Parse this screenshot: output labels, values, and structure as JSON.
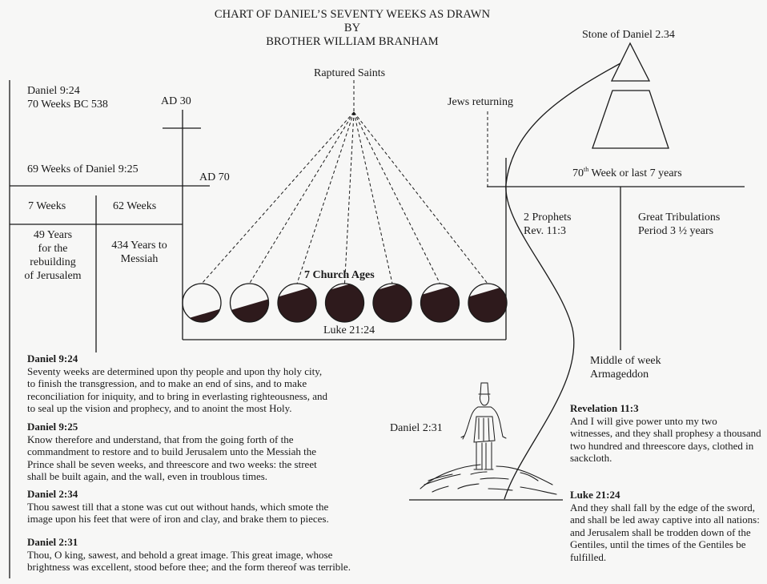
{
  "title": {
    "line1": "CHART OF DANIEL’S SEVENTY WEEKS AS DRAWN",
    "line2": "BY",
    "line3": "BROTHER WILLIAM BRANHAM"
  },
  "labels": {
    "daniel_924": "Daniel 9:24",
    "seventy_weeks": "70 Weeks BC 538",
    "ad30": "AD  30",
    "sixty_nine": "69 Weeks of Daniel 9:25",
    "ad70": "AD  70",
    "seven_weeks": "7 Weeks",
    "sixty_two_weeks": "62 Weeks",
    "forty_nine_years": "49 Years\nfor the\nrebuilding\nof Jerusalem",
    "four_thirty_four": "434 Years to\nMessiah",
    "raptured_saints": "Raptured Saints",
    "church_ages": "7 Church Ages",
    "luke_2124": "Luke 21:24",
    "jews_returning": "Jews returning",
    "stone_of_daniel": "Stone of Daniel 2.34",
    "seventieth_num": "70",
    "seventieth_sup": "th",
    "seventieth_rest": " Week or last 7 years",
    "two_prophets": "2 Prophets",
    "rev_113": "Rev. 11:3",
    "great_trib": "Great Tribulations",
    "period": "Period 3 ½ years",
    "middle_of_week": "Middle of week",
    "armageddon": "Armageddon",
    "daniel_231": "Daniel 2:31"
  },
  "church_ages": {
    "count": 7,
    "fill_fractions": [
      0.2,
      0.45,
      0.8,
      0.95,
      0.95,
      0.85,
      0.8
    ]
  },
  "verses": [
    {
      "ref": "Daniel 9:24",
      "text": "Seventy weeks are determined upon thy people and upon thy holy city,\nto finish the transgression, and to make an end of sins, and to make\nreconciliation for iniquity, and to bring in everlasting righteousness, and\nto seal up the vision and prophecy, and to anoint the most Holy."
    },
    {
      "ref": "Daniel 9:25",
      "text": "Know therefore and understand, that from the going forth of the\ncommandment to restore and to build Jerusalem unto the Messiah the\nPrince shall be seven weeks, and threescore and two weeks: the street\nshall be built again, and the wall, even in troublous times."
    },
    {
      "ref": "Daniel 2:34",
      "text": "Thou sawest till that a stone was cut out without hands, which smote the\nimage upon his feet that were of iron and clay, and brake them to pieces."
    },
    {
      "ref": "Daniel 2:31",
      "text": "Thou, O king, sawest, and behold a great image. This great image, whose\nbrightness was excellent, stood before thee; and the form thereof was terrible."
    },
    {
      "ref": "Revelation 11:3",
      "text": "And I will give power unto my two\nwitnesses, and they shall prophesy a thousand\ntwo hundred and threescore days, clothed in\nsackcloth."
    },
    {
      "ref": "Luke 21:24",
      "text": "And they shall fall by the edge of the sword,\nand shall be led away captive into all nations:\nand Jerusalem shall be trodden down of the\nGentiles, until the times of the Gentiles be\nfulfilled."
    }
  ],
  "colors": {
    "ink": "#1a1a1a",
    "fill": "#2e1a1c",
    "paper": "#f7f7f6"
  }
}
